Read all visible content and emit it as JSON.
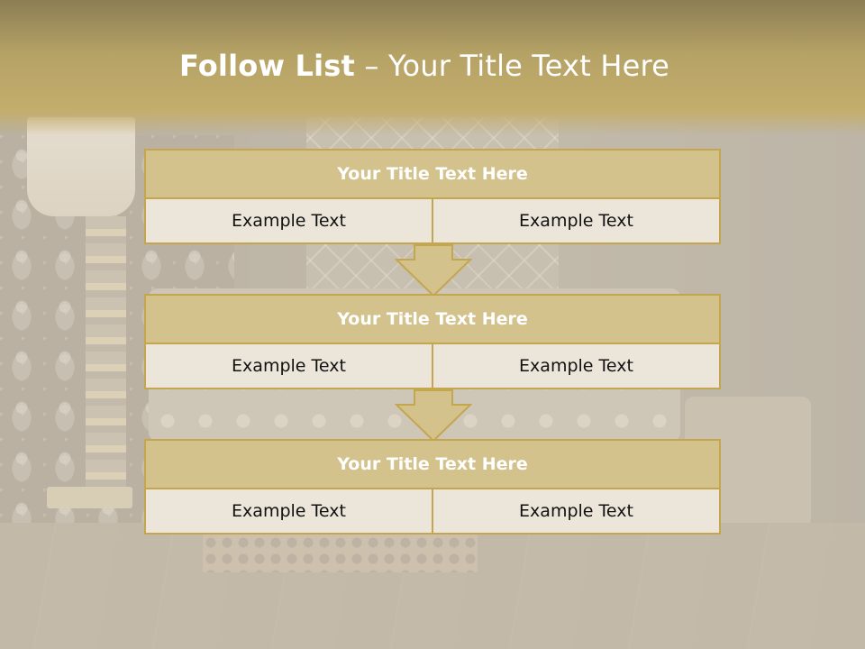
{
  "slide": {
    "title_bold": "Follow List",
    "title_rest": " – Your Title Text Here"
  },
  "blocks": [
    {
      "title": "Your Title Text Here",
      "cells": [
        "Example Text",
        "Example Text"
      ]
    },
    {
      "title": "Your Title Text Here",
      "cells": [
        "Example Text",
        "Example Text"
      ]
    },
    {
      "title": "Your Title Text Here",
      "cells": [
        "Example Text",
        "Example Text"
      ]
    }
  ],
  "colors": {
    "header_gold": "#c4ae6d",
    "title_bar_fill": "#d3c28c",
    "cell_fill": "#ece6da",
    "border_gold": "#c4a64f"
  },
  "icons": {
    "connector": "down-arrow-icon"
  }
}
